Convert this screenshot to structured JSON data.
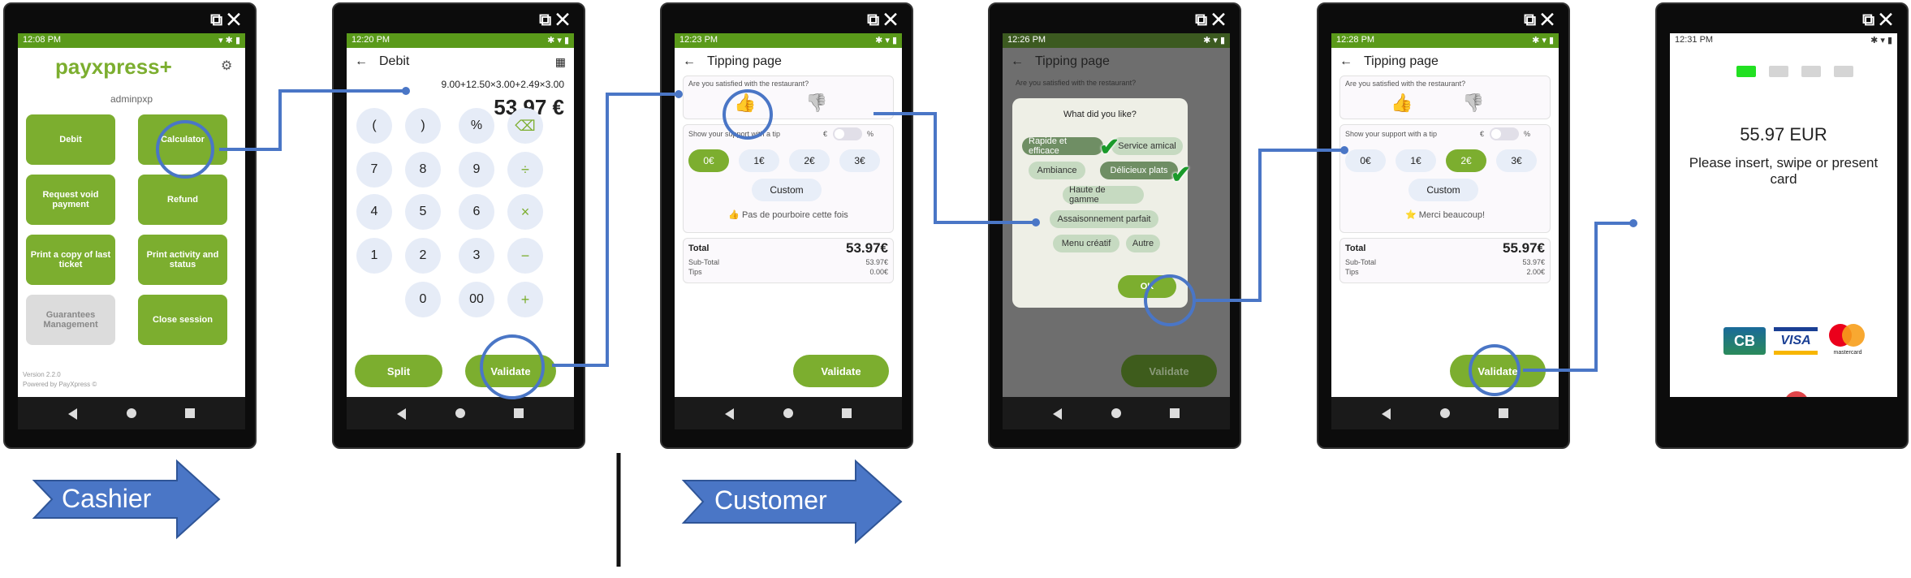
{
  "window_icons": {
    "open_glyph": "⧉",
    "close_glyph": "✕"
  },
  "screen1": {
    "status_time": "12:08 PM",
    "brand": "payxpress",
    "brand_plus": "+",
    "user": "adminpxp",
    "tiles": [
      "Debit",
      "Calculator",
      "Request void payment",
      "Refund",
      "Print a copy of last ticket",
      "Print activity and status",
      "Guarantees Management",
      "Close session"
    ],
    "version": "Version 2.2.0",
    "powered": "Powered by PayXpress ©"
  },
  "screen2": {
    "status_time": "12:20 PM",
    "title": "Debit",
    "expression": "9.00+12.50×3.00+2.49×3.00",
    "total": "53.97 €",
    "keys": [
      "(",
      ")",
      "%",
      "⌫",
      "7",
      "8",
      "9",
      "÷",
      "4",
      "5",
      "6",
      "×",
      "1",
      "2",
      "3",
      "−",
      "0",
      "00",
      "+"
    ],
    "split": "Split",
    "validate": "Validate"
  },
  "screen3": {
    "status_time": "12:23 PM",
    "title": "Tipping page",
    "question": "Are you satisfied with the restaurant?",
    "tip_label": "Show your support with a tip",
    "euro": "€",
    "pct": "%",
    "tips": [
      "0€",
      "1€",
      "2€",
      "3€"
    ],
    "custom": "Custom",
    "message": "👍 Pas de pourboire cette fois",
    "total_label": "Total",
    "total": "53.97€",
    "subtotal_label": "Sub-Total",
    "subtotal": "53.97€",
    "tips_label": "Tips",
    "tips_value": "0.00€",
    "validate": "Validate"
  },
  "screen4": {
    "status_time": "12:26 PM",
    "title": "Tipping page",
    "question": "Are you satisfied with the restaurant?",
    "dialog_title": "What did you like?",
    "chips": [
      "Rapide et efficace",
      "Service amical",
      "Ambiance",
      "Délicieux plats",
      "Haute de gamme",
      "Assaisonnement parfait",
      "Menu créatif",
      "Autre"
    ],
    "ok": "OK",
    "validate": "Validate"
  },
  "screen5": {
    "status_time": "12:28 PM",
    "title": "Tipping page",
    "question": "Are you satisfied with the restaurant?",
    "tip_label": "Show your support with a tip",
    "euro": "€",
    "pct": "%",
    "tips": [
      "0€",
      "1€",
      "2€",
      "3€"
    ],
    "custom": "Custom",
    "message": "⭐ Merci beaucoup!",
    "total_label": "Total",
    "total": "55.97€",
    "subtotal_label": "Sub-Total",
    "subtotal": "53.97€",
    "tips_label": "Tips",
    "tips_value": "2.00€",
    "validate": "Validate"
  },
  "screen6": {
    "status_time": "12:31 PM",
    "amount": "55.97 EUR",
    "instruction": "Please insert, swipe or present card",
    "card_cb": "CB",
    "card_visa": "VISA",
    "card_mc": "mastercard",
    "cancel_glyph": "✕"
  },
  "arrows": {
    "cashier": "Cashier",
    "customer": "Customer"
  },
  "colors": {
    "brand_green": "#7cae2f",
    "flow_blue": "#4a76c6",
    "status_green": "#5a9a1a"
  }
}
